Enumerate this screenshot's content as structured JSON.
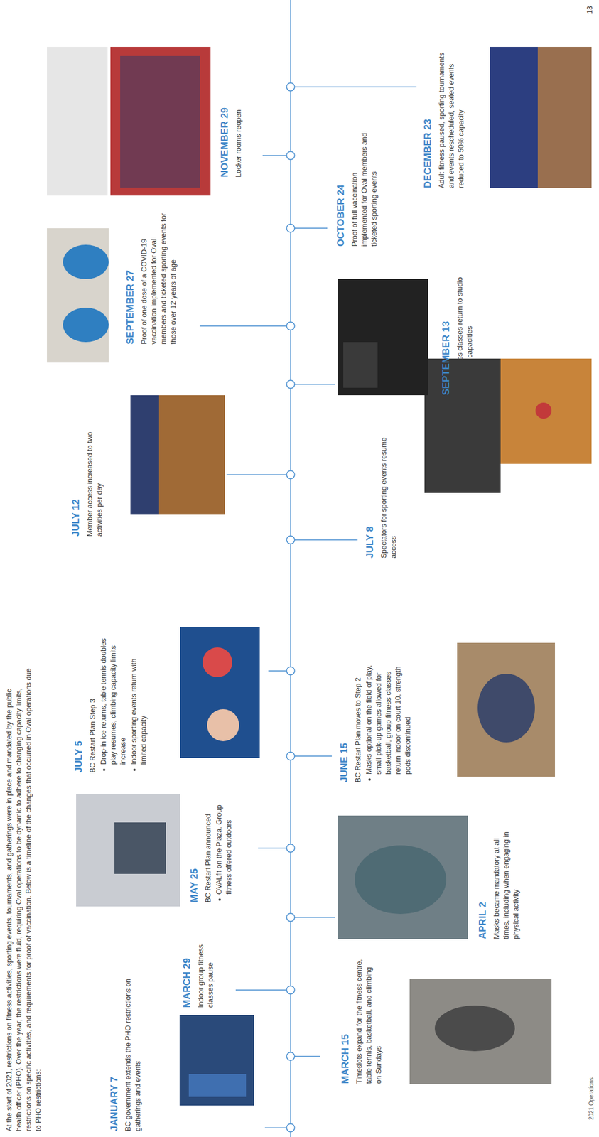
{
  "diagram": {
    "nodes": [
      {
        "text": [
          "JANUARY 7",
          "BC government extends the PHO restrictions on gatherings and events"
        ]
      },
      {
        "text": [
          "MARCH 15",
          "Timeslots expand for the fitness centre, table tennis, basketball, and climbing on Sundays"
        ]
      },
      {
        "text": [
          "MARCH 29",
          "Indoor group fitness classes pause"
        ]
      },
      {
        "text": [
          "APRIL 2",
          "Masks became mandatory at all times, including when engaging in physical activity"
        ]
      },
      {
        "text": [
          "MAY 25",
          "BC Restart Plan announced",
          "OVALfit on the Plaza. Group fitness offered outdoors"
        ]
      },
      {
        "text": [
          "JUNE 15",
          "BC Restart Plan moves to Step 2",
          "Masks optional on the field of play, small pick-up games allowed for basketball, group fitness classes return indoor on court 10, strength pods discontinued"
        ]
      },
      {
        "text": [
          "JULY 5",
          "BC Restart Plan Step 3",
          "Drop-in ice returns, table tennis doubles play resumes, climbing capacity limits increase",
          "Indoor sporting events return with limited capacity"
        ]
      },
      {
        "text": [
          "JULY 8",
          "Spectators for sporting events resume access"
        ]
      },
      {
        "text": [
          "JULY 12",
          "Member access increased to two activities per day"
        ]
      },
      {
        "text": [
          "SEPTEMBER 13",
          "Group fitness classes return to studio with limited capacities"
        ]
      },
      {
        "text": [
          "SEPTEMBER 27",
          "Proof of one dose of a COVID-19 vaccination implemented for Oval members and ticketed sporting events for those over 12 years of age"
        ]
      },
      {
        "text": [
          "OCTOBER 24",
          "Proof of full vaccination implemented for Oval members and ticketed sporting events"
        ]
      },
      {
        "text": [
          "NOVEMBER 29",
          "Locker rooms reopen"
        ]
      },
      {
        "text": [
          "DECEMBER 23",
          "Adult fitness paused, sporting tournaments and events rescheduled, seated events reduced to 50% capacity"
        ]
      }
    ],
    "labels": [
      "At the start of 2021, restrictions on fitness activities, sporting events, tournaments, and gatherings were in place and mandated by the public health officer (PHO). Over the year, the restrictions were fluid, requiring Oval operations to be dynamic to adhere to changing capacity limits, restrictions on specific activities, and requirements for proof of vaccination. Below is a timeline of the changes that occurred in Oval operations due to PHO restrictions:",
      "2021 Operations",
      "13"
    ]
  }
}
